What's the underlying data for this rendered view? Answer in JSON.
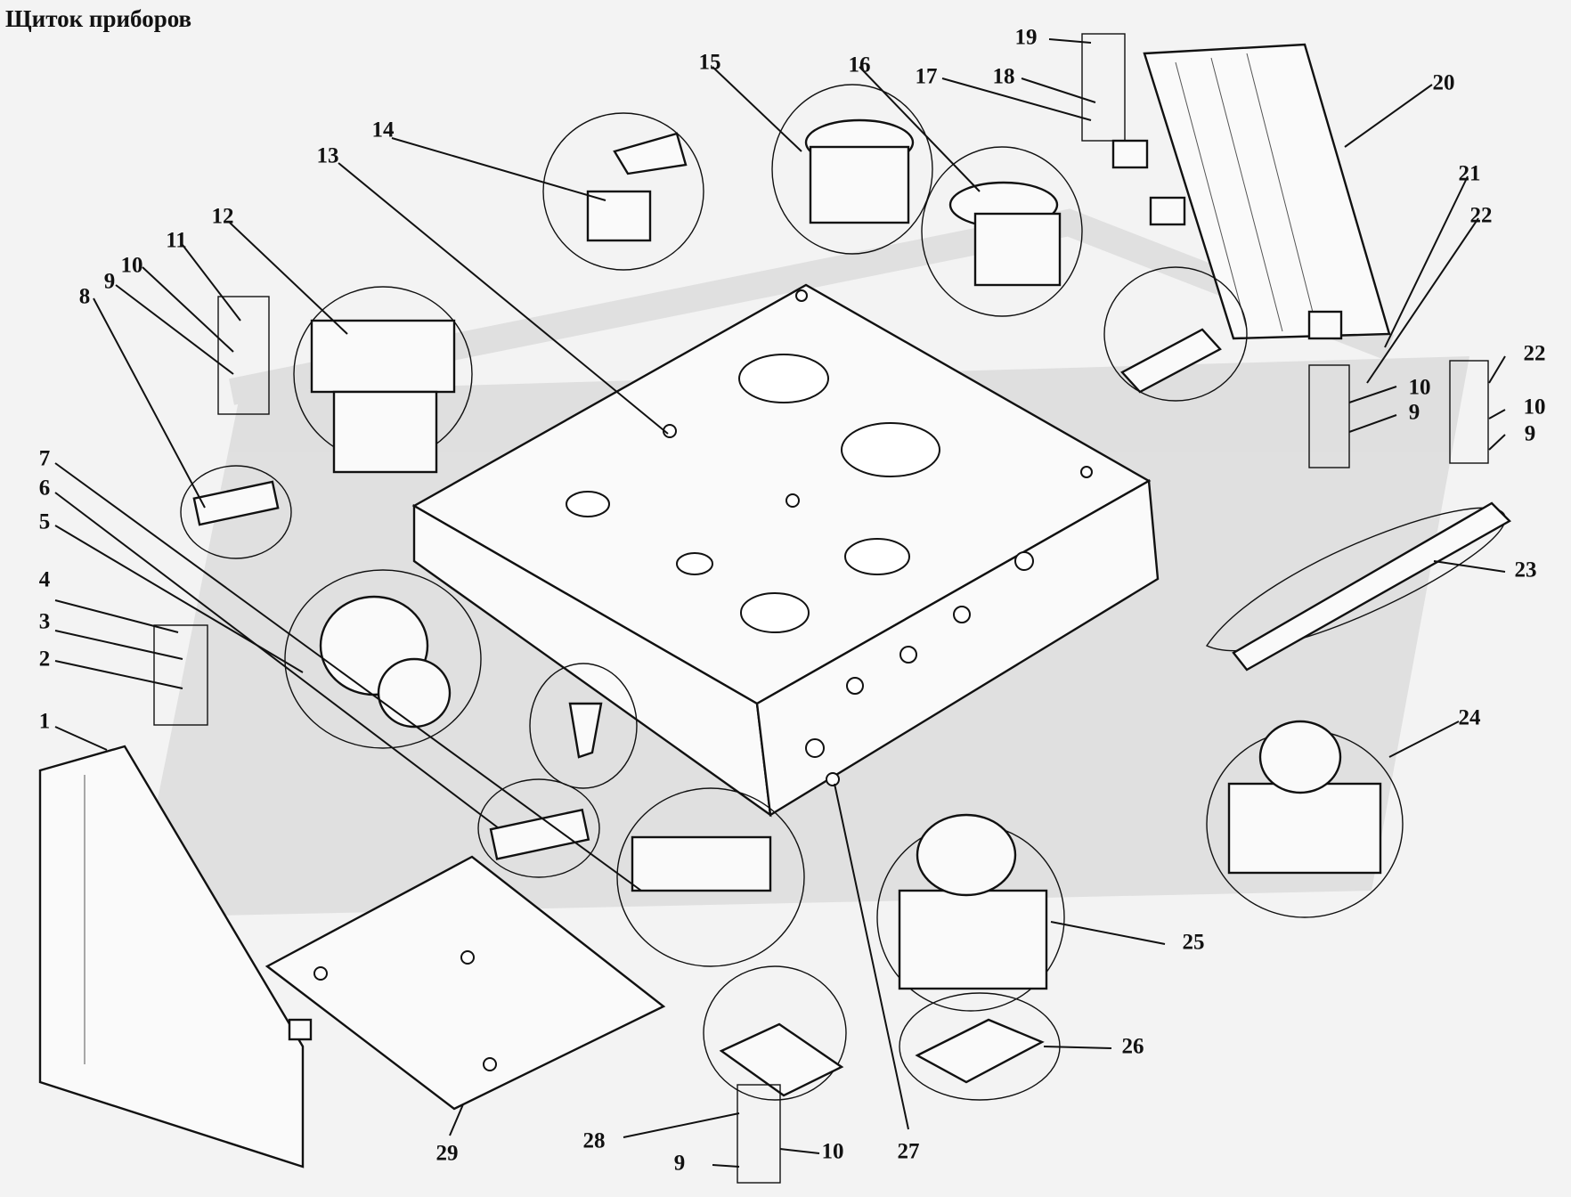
{
  "title": "Щиток приборов",
  "callouts": [
    {
      "id": "c1",
      "label": "1"
    },
    {
      "id": "c2",
      "label": "2"
    },
    {
      "id": "c3",
      "label": "3"
    },
    {
      "id": "c4",
      "label": "4"
    },
    {
      "id": "c5",
      "label": "5"
    },
    {
      "id": "c6",
      "label": "6"
    },
    {
      "id": "c7",
      "label": "7"
    },
    {
      "id": "c8",
      "label": "8"
    },
    {
      "id": "c9a",
      "label": "9"
    },
    {
      "id": "c10a",
      "label": "10"
    },
    {
      "id": "c11",
      "label": "11"
    },
    {
      "id": "c12",
      "label": "12"
    },
    {
      "id": "c13",
      "label": "13"
    },
    {
      "id": "c14",
      "label": "14"
    },
    {
      "id": "c15",
      "label": "15"
    },
    {
      "id": "c16",
      "label": "16"
    },
    {
      "id": "c17",
      "label": "17"
    },
    {
      "id": "c18",
      "label": "18"
    },
    {
      "id": "c19",
      "label": "19"
    },
    {
      "id": "c20",
      "label": "20"
    },
    {
      "id": "c21",
      "label": "21"
    },
    {
      "id": "c22a",
      "label": "22"
    },
    {
      "id": "c10b",
      "label": "10"
    },
    {
      "id": "c9b",
      "label": "9"
    },
    {
      "id": "c22b",
      "label": "22"
    },
    {
      "id": "c10c",
      "label": "10"
    },
    {
      "id": "c9c",
      "label": "9"
    },
    {
      "id": "c23",
      "label": "23"
    },
    {
      "id": "c24",
      "label": "24"
    },
    {
      "id": "c25",
      "label": "25"
    },
    {
      "id": "c26",
      "label": "26"
    },
    {
      "id": "c27",
      "label": "27"
    },
    {
      "id": "c28",
      "label": "28"
    },
    {
      "id": "c10d",
      "label": "10"
    },
    {
      "id": "c9d",
      "label": "9"
    },
    {
      "id": "c29",
      "label": "29"
    }
  ]
}
